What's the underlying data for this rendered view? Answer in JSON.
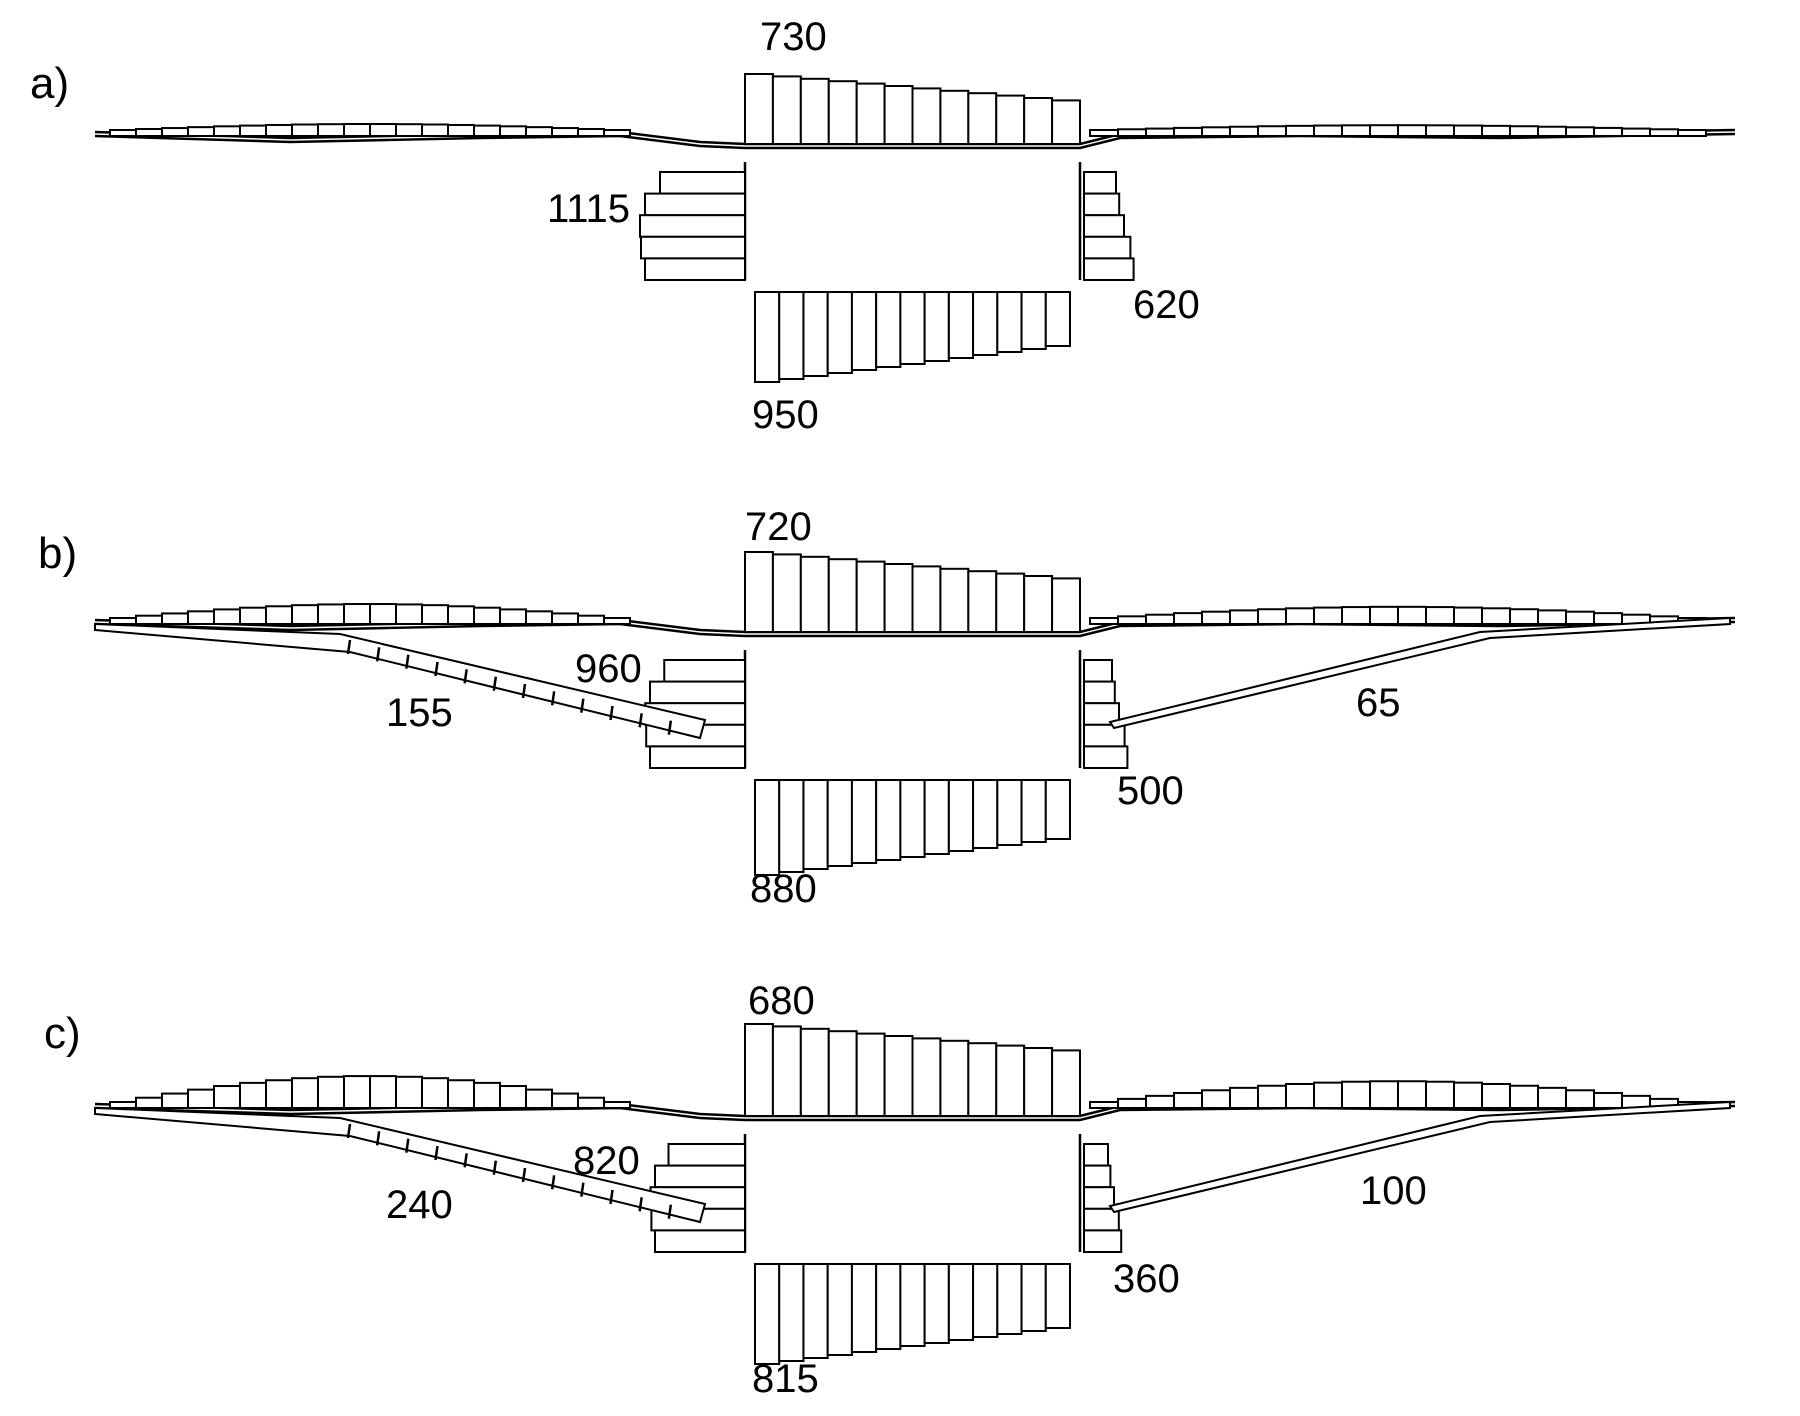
{
  "panels": [
    {
      "id": "a",
      "label": "a)",
      "values": {
        "slab_top": "730",
        "wall_left": "1115",
        "wall_right": "620",
        "slab_bottom": "950"
      }
    },
    {
      "id": "b",
      "label": "b)",
      "values": {
        "slab_top": "720",
        "wall_left": "960",
        "wall_right": "500",
        "slab_bottom": "880",
        "strut_left": "155",
        "strut_right": "65"
      }
    },
    {
      "id": "c",
      "label": "c)",
      "values": {
        "slab_top": "680",
        "wall_left": "820",
        "wall_right": "360",
        "slab_bottom": "815",
        "strut_left": "240",
        "strut_right": "100"
      }
    }
  ]
}
